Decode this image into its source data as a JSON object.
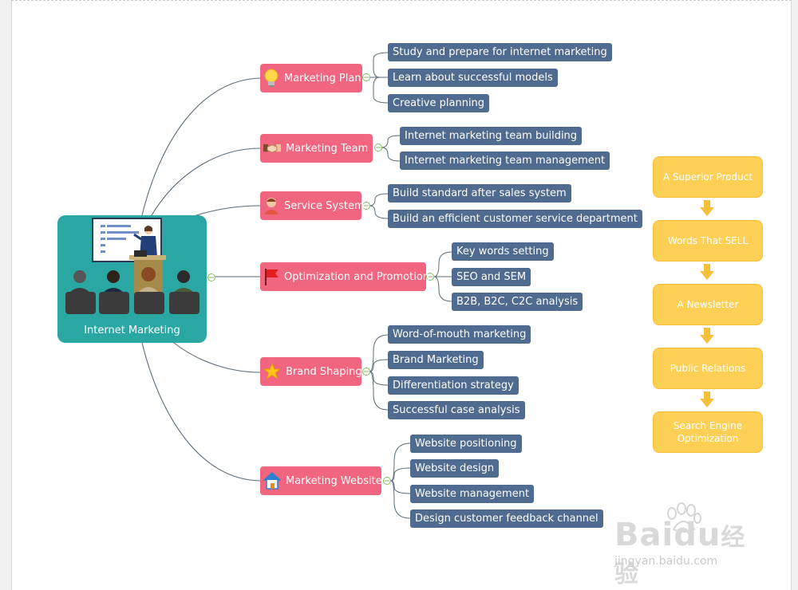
{
  "central": {
    "label": "Internet Marketing",
    "icon": "presentation-illustration"
  },
  "topics": [
    {
      "label": "Marketing Plan",
      "icon": "lightbulb-icon",
      "subtopics": [
        "Study and prepare for internet marketing",
        "Learn about successful models",
        "Creative planning"
      ]
    },
    {
      "label": "Marketing Team",
      "icon": "handshake-icon",
      "subtopics": [
        "Internet marketing team building",
        "Internet marketing team management"
      ]
    },
    {
      "label": "Service System",
      "icon": "person-icon",
      "subtopics": [
        "Build standard after sales system",
        "Build an efficient customer service department"
      ]
    },
    {
      "label": "Optimization and Promotion",
      "icon": "flag-icon",
      "subtopics": [
        "Key words setting",
        "SEO and SEM",
        "B2B, B2C, C2C analysis"
      ]
    },
    {
      "label": "Brand Shaping",
      "icon": "star-icon",
      "subtopics": [
        "Word-of-mouth marketing",
        "Brand Marketing",
        "Differentiation strategy",
        "Successful case analysis"
      ]
    },
    {
      "label": "Marketing Website",
      "icon": "house-icon",
      "subtopics": [
        "Website positioning",
        "Website design",
        "Website management",
        "Design customer feedback channel"
      ]
    }
  ],
  "flow_steps": [
    "A Superior Product",
    "Words That SELL",
    "A Newsletter",
    "Public Relations",
    "Search Engine Optimization"
  ],
  "watermark": {
    "brand": "Bai",
    "brand_cn": "经验",
    "url": "jingyan.baidu.com"
  },
  "colors": {
    "central": "#2aa6a3",
    "main_topic": "#f16580",
    "subtopic": "#4f6b8f",
    "flow": "#fdd055",
    "line": "#5a6b7a"
  }
}
